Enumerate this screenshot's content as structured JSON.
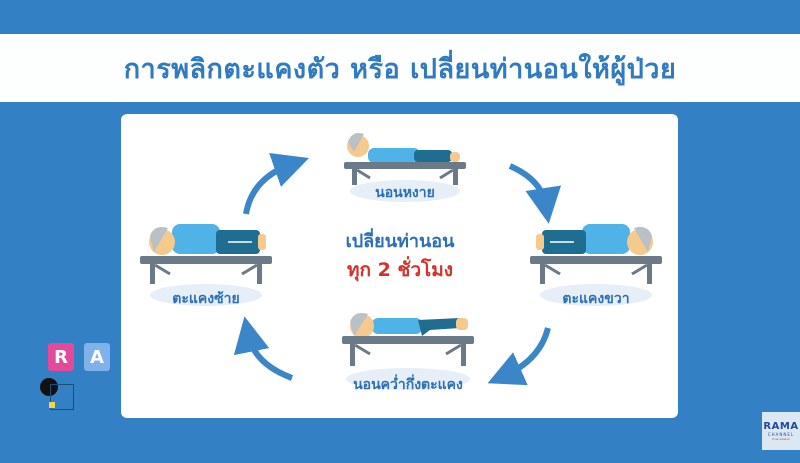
{
  "title": "การพลิกตะแคงตัว หรือ เปลี่ยนท่านอนให้ผู้ป่วย",
  "center": {
    "line1": "เปลี่ยนท่านอน",
    "line2": "ทุก 2 ชั่วโมง"
  },
  "poses": [
    {
      "id": "supine",
      "label": "นอนหงาย",
      "position": "top"
    },
    {
      "id": "right-side",
      "label": "ตะแคงขวา",
      "position": "right"
    },
    {
      "id": "prone",
      "label": "นอนคว่ำกึ่งตะแคง",
      "position": "bottom"
    },
    {
      "id": "left-side",
      "label": "ตะแคงซ้าย",
      "position": "left"
    }
  ],
  "colors": {
    "background_blue": "#3380c4",
    "title_text": "#2f7ac0",
    "accent_red": "#d1322c",
    "arrow_blue": "#3a86c8",
    "bed_gray": "#6b7a88",
    "shirt_blue": "#4fb3e8",
    "pants_teal": "#1f6e91",
    "skin": "#f6c98c",
    "hair_gray": "#b9c0c6"
  },
  "watermark": {
    "line1": "RAMA",
    "line2": "CHANNEL",
    "line3": "true visions"
  },
  "corner_logos": {
    "logo1_letter": "R",
    "logo2_letter": "A"
  }
}
